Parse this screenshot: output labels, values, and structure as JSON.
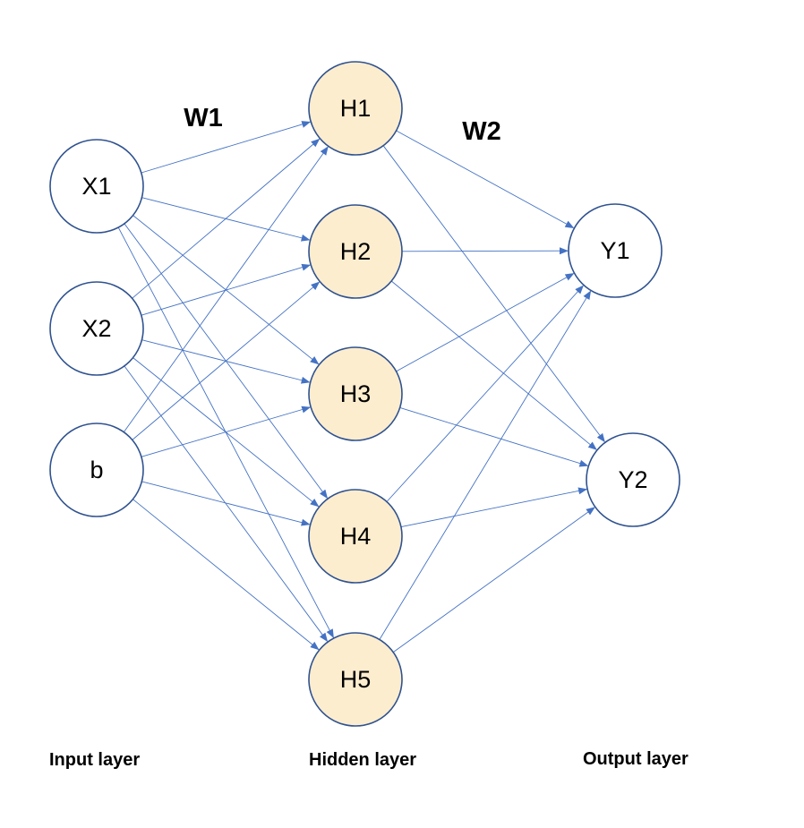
{
  "diagram": {
    "colors": {
      "edge": "#4472c4",
      "node_stroke": "#2f528f",
      "input_fill": "#ffffff",
      "hidden_fill": "#fdedcf",
      "output_fill": "#ffffff"
    },
    "weights": {
      "w1": "W1",
      "w2": "W2"
    },
    "layers": {
      "input": {
        "label": "Input layer",
        "nodes": [
          "X1",
          "X2",
          "b"
        ]
      },
      "hidden": {
        "label": "Hidden layer",
        "nodes": [
          "H1",
          "H2",
          "H3",
          "H4",
          "H5"
        ]
      },
      "output": {
        "label": "Output layer",
        "nodes": [
          "Y1",
          "Y2"
        ]
      }
    },
    "connections": "fully-connected"
  }
}
